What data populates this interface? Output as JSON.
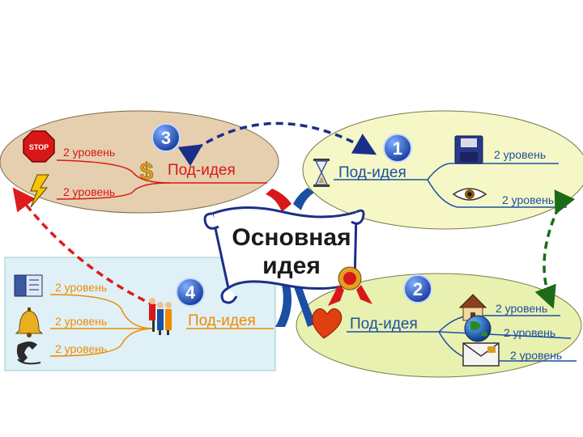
{
  "central_idea": {
    "line1": "Основная",
    "line2": "идея"
  },
  "branches": [
    {
      "number": "1",
      "title": "Под-идея",
      "color": "#1b4fa3",
      "children": [
        {
          "label": "2 уровень",
          "icon": "floppy-disk-icon"
        },
        {
          "label": "2 уровень",
          "icon": "eye-icon"
        }
      ],
      "icon": "hourglass-icon"
    },
    {
      "number": "2",
      "title": "Под-идея",
      "color": "#1b4fa3",
      "children": [
        {
          "label": "2 уровень",
          "icon": "house-icon"
        },
        {
          "label": "2 уровень",
          "icon": "globe-icon"
        },
        {
          "label": "2 уровень",
          "icon": "envelope-icon"
        }
      ],
      "icon": "heart-icon"
    },
    {
      "number": "3",
      "title": "Под-идея",
      "color": "#d81818",
      "children": [
        {
          "label": "2 уровень",
          "icon": "stop-sign-icon"
        },
        {
          "label": "2 уровень",
          "icon": "lightning-icon"
        }
      ],
      "icon": "dollar-icon"
    },
    {
      "number": "4",
      "title": "Под-идея",
      "color": "#f08a00",
      "children": [
        {
          "label": "2 уровень",
          "icon": "book-icon"
        },
        {
          "label": "2 уровень",
          "icon": "bell-icon"
        },
        {
          "label": "2 уровень",
          "icon": "telephone-icon"
        }
      ],
      "icon": "people-icon"
    }
  ],
  "stop_sign_text": "STOP",
  "colors": {
    "zone3_fill": "#e6cfae",
    "zone1_fill": "#f5f8c6",
    "zone2_fill": "#e9f1b0",
    "zone4_fill": "#dff1f6",
    "arrow_blue": "#1a2f8a",
    "arrow_red": "#dd1c1c",
    "arrow_green": "#1d6b16"
  }
}
